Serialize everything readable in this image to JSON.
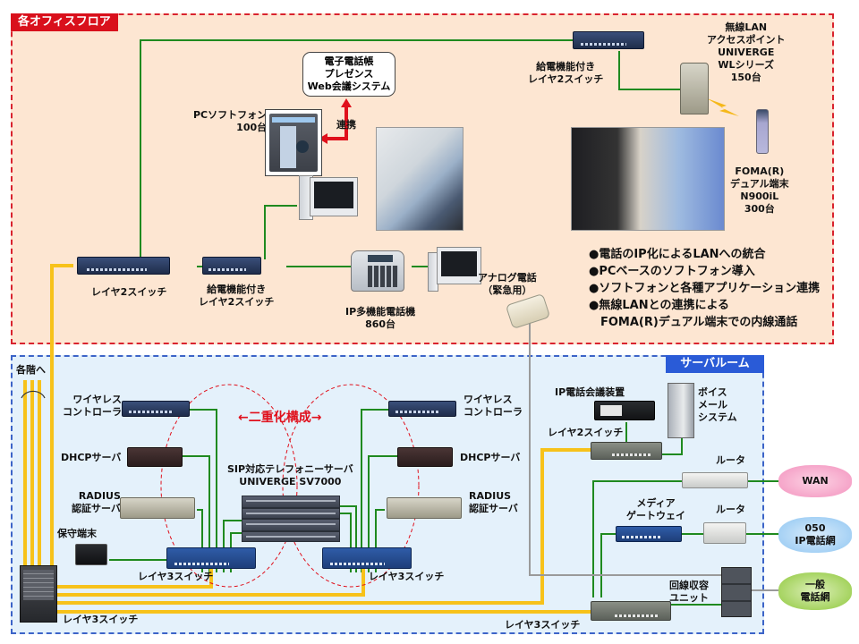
{
  "zones": {
    "office_floor": "各オフィスフロア",
    "server_room": "サーバルーム"
  },
  "office": {
    "apps_bubble": [
      "電子電話帳",
      "プレゼンス",
      "Web会議システム"
    ],
    "link_label": "連携",
    "softphone": [
      "PCソフトフォン",
      "100台"
    ],
    "poe_l2_switch_top": [
      "給電機能付き",
      "レイヤ2スイッチ"
    ],
    "wireless_ap": [
      "無線LAN",
      "アクセスポイント",
      "UNIVERGE",
      "WLシリーズ",
      "150台"
    ],
    "foma_terminal": [
      "FOMA(R)",
      "デュアル端末",
      "N900iL",
      "300台"
    ],
    "l2_switch": "レイヤ2スイッチ",
    "poe_l2_switch_bottom": [
      "給電機能付き",
      "レイヤ2スイッチ"
    ],
    "ip_phone": [
      "IP多機能電話機",
      "860台"
    ],
    "analog_phone": [
      "アナログ電話",
      "（緊急用）"
    ],
    "bullets": [
      "●電話のIP化によるLANへの統合",
      "●PCベースのソフトフォン導入",
      "●ソフトフォンと各種アプリケーション連携",
      "●無線LANとの連携による",
      "　FOMA(R)デュアル端末での内線通話"
    ]
  },
  "server": {
    "to_floors": "各階へ",
    "wireless_controller_left": [
      "ワイヤレス",
      "コントローラ"
    ],
    "dhcp_left": "DHCPサーバ",
    "radius_left": [
      "RADIUS",
      "認証サーバ"
    ],
    "maintenance_terminal": "保守端末",
    "l3_switch_left": "レイヤ3スイッチ",
    "core_l3_switch": "レイヤ3スイッチ",
    "redundancy": "←二重化構成→",
    "sip_server": [
      "SIP対応テレフォニーサーバ",
      "UNIVERGE SV7000"
    ],
    "wireless_controller_right": [
      "ワイヤレス",
      "コントローラ"
    ],
    "dhcp_right": "DHCPサーバ",
    "radius_right": [
      "RADIUS",
      "認証サーバ"
    ],
    "l3_switch_right": "レイヤ3スイッチ",
    "ip_conference": "IP電話会議装置",
    "l2_switch": "レイヤ2スイッチ",
    "voicemail": [
      "ボイス",
      "メール",
      "システム"
    ],
    "router_wan": "ルータ",
    "media_gateway": [
      "メディア",
      "ゲートウェイ"
    ],
    "router_ip": "ルータ",
    "line_unit": [
      "回線収容",
      "ユニット"
    ],
    "l3_switch_bottom": "レイヤ3スイッチ"
  },
  "networks": {
    "wan": "WAN",
    "ip_phone_net": [
      "050",
      "IP電話網"
    ],
    "pstn": [
      "一般",
      "電話網"
    ]
  },
  "colors": {
    "office_bg": "#fde6d2",
    "office_border": "#d9232e",
    "server_bg": "#e4f1fb",
    "server_border": "#3c64c8",
    "lan_green": "#1f8a1f",
    "trunk_yellow": "#f7c21a",
    "analog_gray": "#9a9a9a",
    "link_red": "#e0101c",
    "wan_cloud": "#f7a9c9",
    "ipnet_cloud": "#a9d3f5",
    "pstn_cloud": "#a8d65a"
  }
}
